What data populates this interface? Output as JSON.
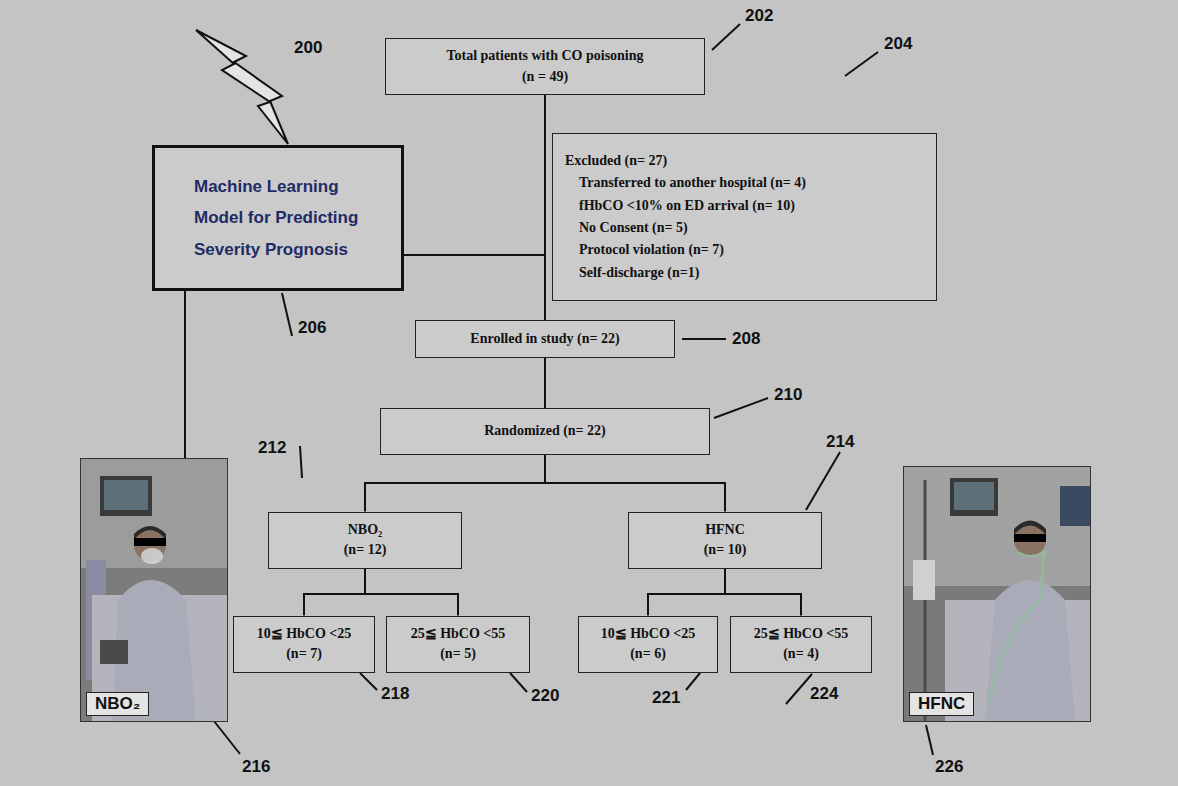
{
  "diagram": {
    "nodes": [
      {
        "text": [
          "Total patients with CO poisoning (n = 49)"
        ]
      },
      {
        "text": [
          "Excluded (n= 27)",
          "Transferred to another hospital (n= 4)",
          "fHbCO <10% on ED arrival (n= 10)",
          "No Consent (n= 5)",
          "Protocol violation (n= 7)",
          "Self-discharge (n=1)"
        ]
      },
      {
        "text": [
          "Machine Learning Model for Predicting Severity Prognosis"
        ]
      },
      {
        "text": [
          "Enrolled in study (n= 22)"
        ]
      },
      {
        "text": [
          "Randomized (n= 22)"
        ]
      },
      {
        "text": [
          "NBO₂ (n= 12)"
        ]
      },
      {
        "text": [
          "HFNC (n= 10)"
        ]
      },
      {
        "text": [
          "10≦ HbCO <25 (n= 7)"
        ]
      },
      {
        "text": [
          "25≦ HbCO <55 (n= 5)"
        ]
      },
      {
        "text": [
          "10≦ HbCO <25 (n= 6)"
        ]
      },
      {
        "text": [
          "25≦ HbCO <55 (n= 4)"
        ]
      },
      {
        "text": [
          "NBO₂"
        ]
      },
      {
        "text": [
          "HFNC"
        ]
      }
    ],
    "edges": [
      {
        "from": 0,
        "to": 3,
        "arrow": "none"
      },
      {
        "from": 2,
        "to": 3,
        "arrow": "none"
      },
      {
        "from": 3,
        "to": 4,
        "arrow": "none"
      },
      {
        "from": 4,
        "to": 5,
        "arrow": "none"
      },
      {
        "from": 4,
        "to": 6,
        "arrow": "none"
      },
      {
        "from": 5,
        "to": 7,
        "arrow": "none"
      },
      {
        "from": 5,
        "to": 8,
        "arrow": "none"
      },
      {
        "from": 6,
        "to": 9,
        "arrow": "none"
      },
      {
        "from": 6,
        "to": 10,
        "arrow": "none"
      },
      {
        "from": 2,
        "to": 11,
        "arrow": "none"
      }
    ],
    "labels": [
      "200",
      "202",
      "204",
      "206",
      "208",
      "210",
      "212",
      "214",
      "216",
      "218",
      "220",
      "221",
      "224",
      "226"
    ]
  }
}
